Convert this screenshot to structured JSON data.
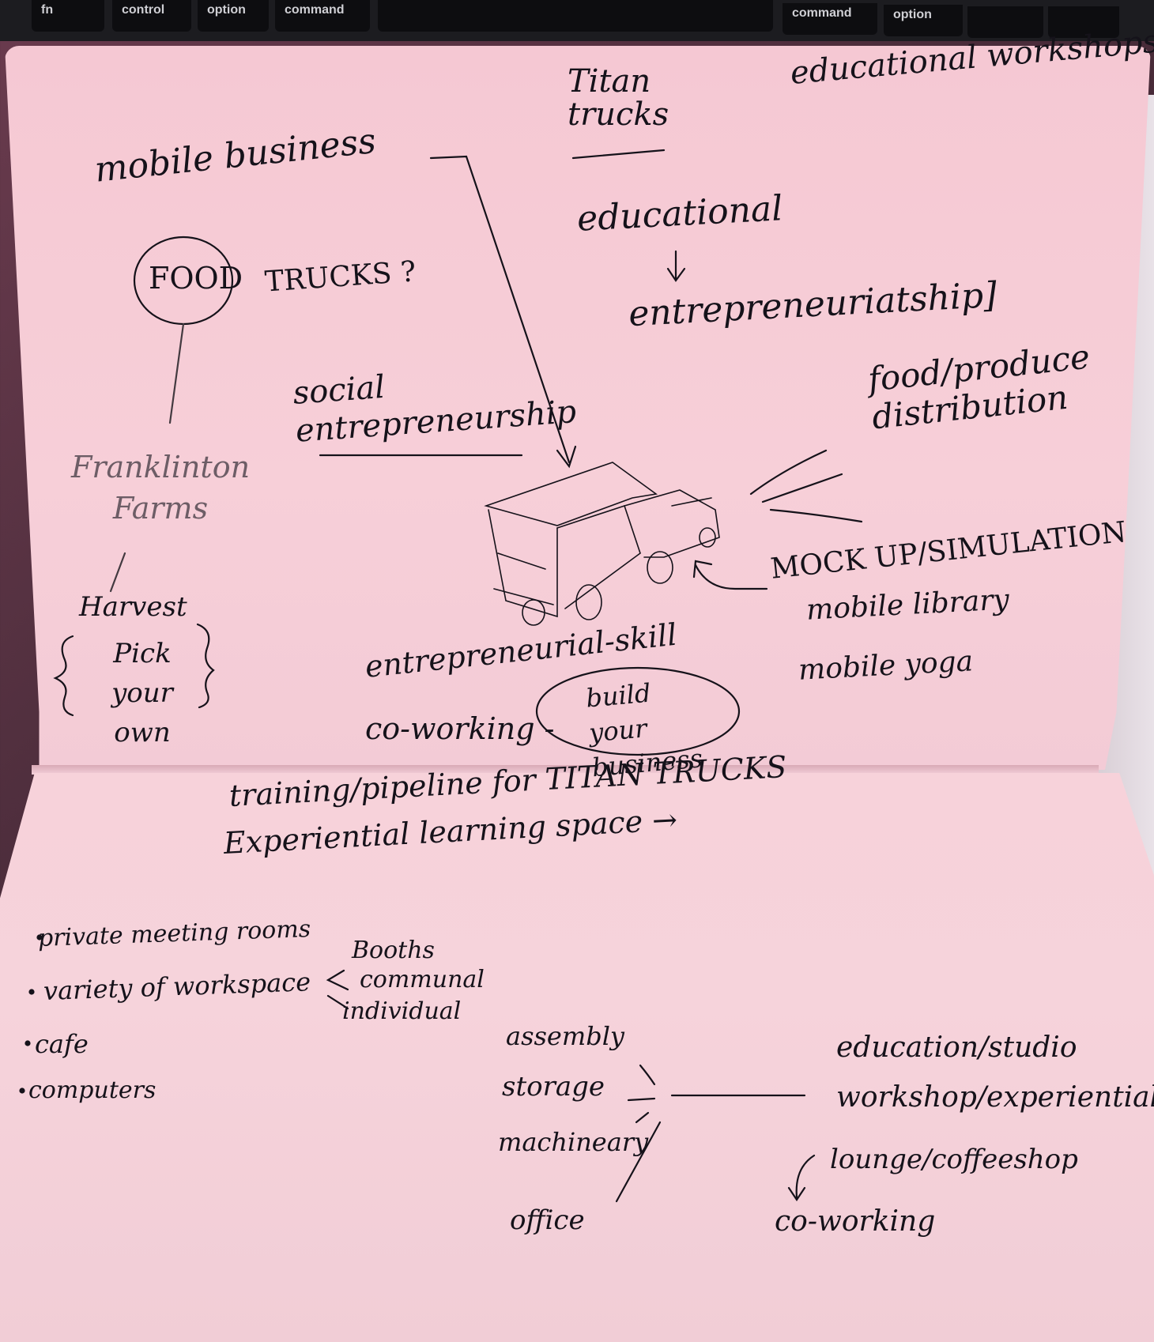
{
  "keyboard": {
    "keys": [
      "fn",
      "control",
      "option",
      "command",
      "command",
      "option"
    ]
  },
  "top_page": {
    "titan_trucks": "Titan trucks",
    "educational_workshops": "educational workshops",
    "mobile_business": "mobile business",
    "food": "FOOD",
    "trucks_question": "TRUCKS ?",
    "educational": "educational",
    "entrepreneurship": "entrepreneuriatship]",
    "social_entrepreneurship": "social entrepreneurship",
    "franklinton_farms": "Franklinton Farms",
    "harvest": "Harvest",
    "pick_your_own": "Pick your own",
    "food_produce": "food/produce distribution",
    "mock_up": "MOCK UP/SIMULATION",
    "mobile_library": "mobile library",
    "mobile_yoga": "mobile yoga",
    "entrepreneurial_skill": "entrepreneurial-skill",
    "co_working": "co-working -",
    "build_your_business": "build your business"
  },
  "bottom_page": {
    "training": "training/pipeline for TITAN TRUCKS",
    "experiential": "Experiential learning space →",
    "list": [
      "private meeting rooms",
      "variety of workspace",
      "cafe",
      "computers"
    ],
    "booths": "Booths",
    "communal": "communal",
    "individual": "individual",
    "assembly": "assembly",
    "storage": "storage",
    "machinery": "machineary",
    "office": "office",
    "education_studio": "education/studio",
    "workshop": "workshop/experiential",
    "lounge": "lounge/coffeeshop",
    "coworking": "co-working"
  }
}
